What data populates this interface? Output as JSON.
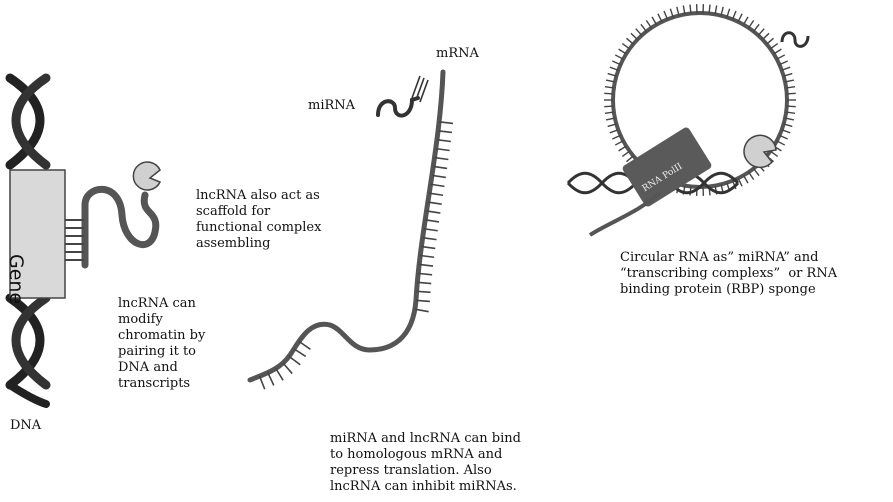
{
  "labels": {
    "gene": "Gene",
    "dna": "DNA",
    "mrna": "mRNA",
    "mirna": "miRNA",
    "rna_pol": "RNA PolII",
    "scaffold_note": "lncRNA also act as\nscaffold for\nfunctional complex\nassembling",
    "chromatin_note": "lncRNA can\nmodify\nchromatin by\npairing it to\nDNA and\ntranscripts",
    "mirna_note": "miRNA and lncRNA can bind\nto homologous mRNA and\nrepress translation. Also\nlncRNA can inhibit miRNAs.",
    "circular_note": "Circular RNA as” miRNA” and\n“transcribing complexs”  or RNA\nbinding protein (RBP) sponge"
  },
  "colors": {
    "strand": "#555555",
    "strand_dark": "#222222",
    "gene_box": "#d9d9d9",
    "protein": "#d0d0d0",
    "polymerase": "#5a5a5a"
  }
}
